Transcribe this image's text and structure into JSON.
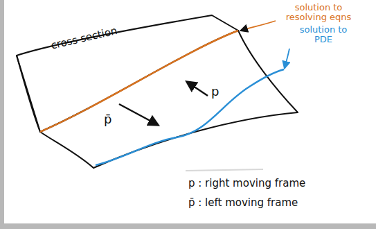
{
  "diagram": {
    "labels": [
      "cross section",
      "solution to resolving eqns",
      "solution to PDE",
      "p̄",
      "p",
      "p : right moving frame",
      "p̄ : left moving frame"
    ]
  }
}
